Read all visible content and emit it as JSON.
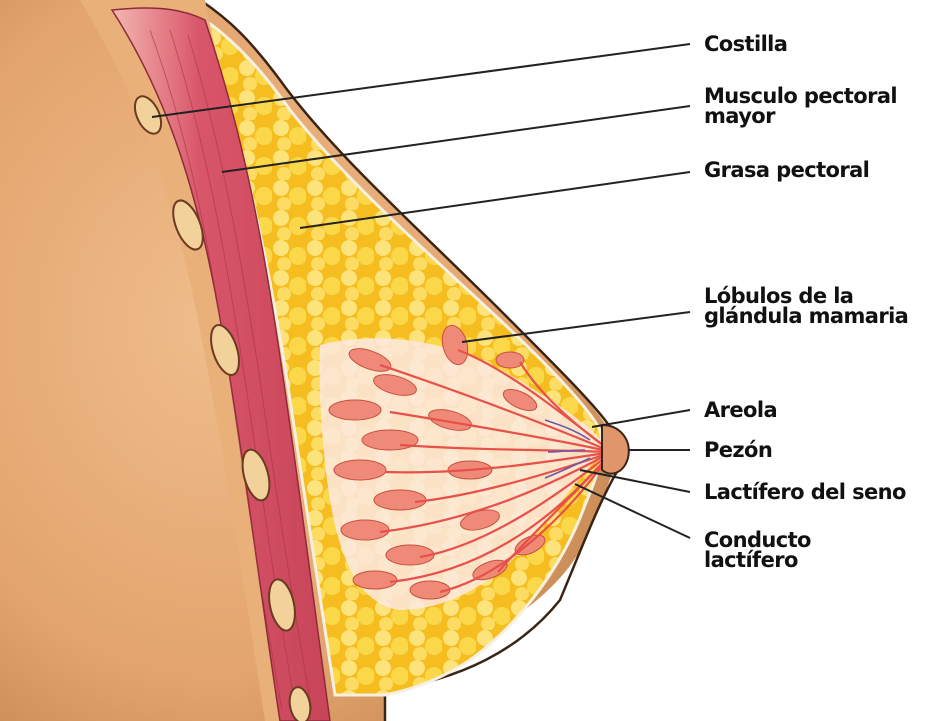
{
  "colors": {
    "skin": "#e9b07a",
    "skin_shadow": "#c98b55",
    "muscle": "#d9566a",
    "muscle_light": "#f2a3a8",
    "fat": "#f7c21c",
    "fat_light": "#fde178",
    "lobule": "#f08a78",
    "duct": "#e8504a",
    "rib": "#f2d19a",
    "leader_line": "#222222"
  },
  "labels": {
    "costilla": "Costilla",
    "musculo_1": "Musculo pectoral",
    "musculo_2": "mayor",
    "grasa": "Grasa pectoral",
    "lobulos_1": "Lóbulos de la",
    "lobulos_2": "glándula mamaria",
    "areola": "Areola",
    "pezon": "Pezón",
    "lactifero_seno": "Lactífero del seno",
    "conducto_1": "Conducto",
    "conducto_2": "lactífero"
  }
}
